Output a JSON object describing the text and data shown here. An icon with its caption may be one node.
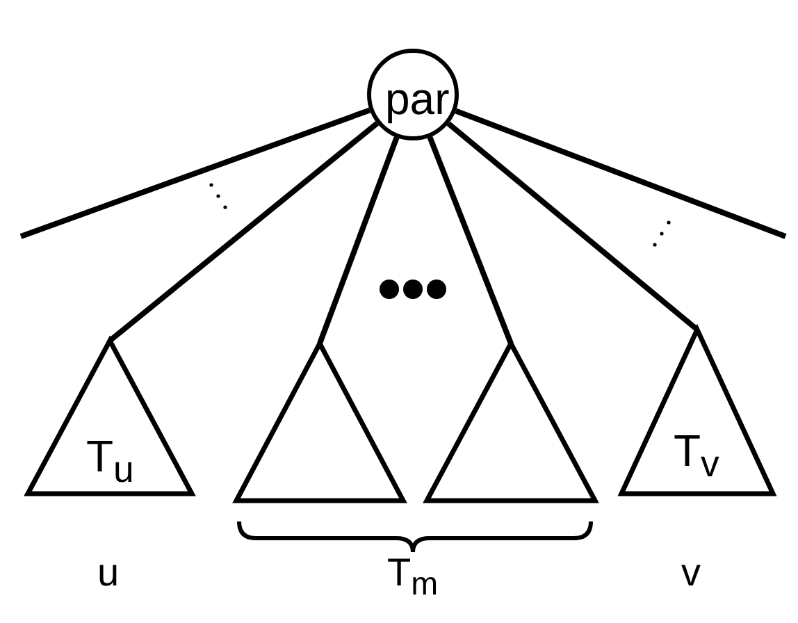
{
  "diagram": {
    "nodes": [
      {
        "text": [
          "par"
        ]
      },
      {
        "text": [
          "T$_{u}$"
        ],
        "beside": [
          "u"
        ]
      },
      {
        "text": [],
        "shape": "triangle"
      },
      {
        "text": [],
        "shape": "triangle"
      },
      {
        "text": [
          "T$_{v}$"
        ],
        "beside": [
          "v"
        ]
      }
    ],
    "edges": [
      {
        "from": 0,
        "to": null,
        "arrow": "none"
      },
      {
        "from": 0,
        "to": 1,
        "arrow": "none"
      },
      {
        "from": 0,
        "to": 2,
        "arrow": "none"
      },
      {
        "from": 0,
        "to": 3,
        "arrow": "none"
      },
      {
        "from": 0,
        "to": 4,
        "arrow": "none"
      },
      {
        "from": 0,
        "to": null,
        "arrow": "none"
      }
    ],
    "labels": [
      "T$_{m}$"
    ]
  }
}
